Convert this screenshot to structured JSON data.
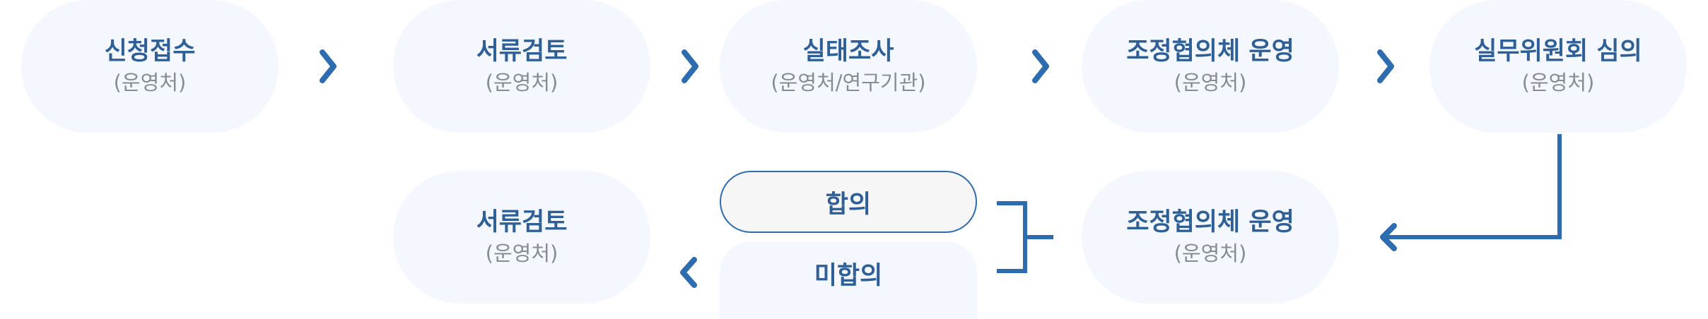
{
  "steps": [
    {
      "title": "신청접수",
      "sub": "(운영처)"
    },
    {
      "title": "서류검토",
      "sub": "(운영처)"
    },
    {
      "title": "실태조사",
      "sub": "(운영처/연구기관)"
    },
    {
      "title": "조정협의체 운영",
      "sub": "(운영처)"
    },
    {
      "title": "실무위원회 심의",
      "sub": "(운영처)"
    }
  ],
  "second_row": {
    "committee": {
      "title": "조정협의체 운영",
      "sub": "(운영처)"
    },
    "review": {
      "title": "서류검토",
      "sub": "(운영처)"
    }
  },
  "outcomes": {
    "agree": "합의",
    "disagree": "미합의"
  },
  "colors": {
    "accent": "#2e6cb0",
    "text": "#2e5f97",
    "node_bg": "#f4f8fe",
    "sub_text": "#878c93"
  },
  "icons": [
    "chevron-right-icon",
    "chevron-left-icon",
    "arrow-left-icon"
  ]
}
